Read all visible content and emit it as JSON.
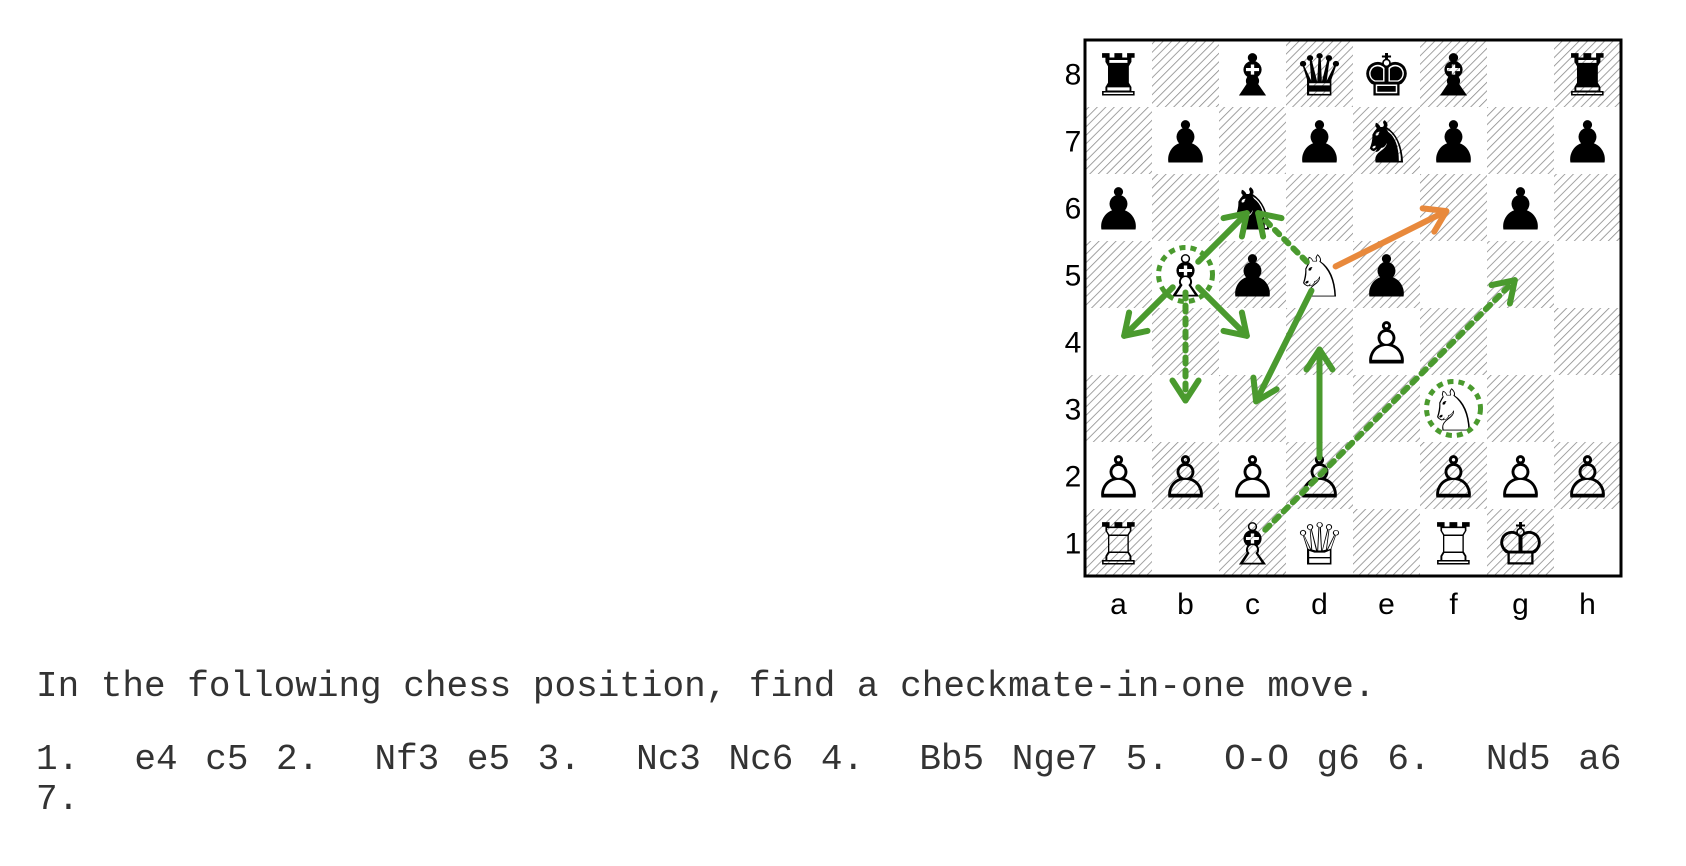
{
  "board": {
    "files": [
      "a",
      "b",
      "c",
      "d",
      "e",
      "f",
      "g",
      "h"
    ],
    "ranks": [
      "8",
      "7",
      "6",
      "5",
      "4",
      "3",
      "2",
      "1"
    ],
    "pieces": [
      {
        "square": "a8",
        "glyph": "♜",
        "name": "black-rook"
      },
      {
        "square": "c8",
        "glyph": "♝",
        "name": "black-bishop"
      },
      {
        "square": "d8",
        "glyph": "♛",
        "name": "black-queen"
      },
      {
        "square": "e8",
        "glyph": "♚",
        "name": "black-king"
      },
      {
        "square": "f8",
        "glyph": "♝",
        "name": "black-bishop"
      },
      {
        "square": "h8",
        "glyph": "♜",
        "name": "black-rook"
      },
      {
        "square": "b7",
        "glyph": "♟",
        "name": "black-pawn"
      },
      {
        "square": "d7",
        "glyph": "♟",
        "name": "black-pawn"
      },
      {
        "square": "e7",
        "glyph": "♞",
        "name": "black-knight"
      },
      {
        "square": "f7",
        "glyph": "♟",
        "name": "black-pawn"
      },
      {
        "square": "h7",
        "glyph": "♟",
        "name": "black-pawn"
      },
      {
        "square": "a6",
        "glyph": "♟",
        "name": "black-pawn"
      },
      {
        "square": "c6",
        "glyph": "♞",
        "name": "black-knight"
      },
      {
        "square": "g6",
        "glyph": "♟",
        "name": "black-pawn"
      },
      {
        "square": "b5",
        "glyph": "♗",
        "name": "white-bishop"
      },
      {
        "square": "c5",
        "glyph": "♟",
        "name": "black-pawn"
      },
      {
        "square": "d5",
        "glyph": "♘",
        "name": "white-knight"
      },
      {
        "square": "e5",
        "glyph": "♟",
        "name": "black-pawn"
      },
      {
        "square": "e4",
        "glyph": "♙",
        "name": "white-pawn"
      },
      {
        "square": "f3",
        "glyph": "♘",
        "name": "white-knight"
      },
      {
        "square": "a2",
        "glyph": "♙",
        "name": "white-pawn"
      },
      {
        "square": "b2",
        "glyph": "♙",
        "name": "white-pawn"
      },
      {
        "square": "c2",
        "glyph": "♙",
        "name": "white-pawn"
      },
      {
        "square": "d2",
        "glyph": "♙",
        "name": "white-pawn"
      },
      {
        "square": "f2",
        "glyph": "♙",
        "name": "white-pawn"
      },
      {
        "square": "g2",
        "glyph": "♙",
        "name": "white-pawn"
      },
      {
        "square": "h2",
        "glyph": "♙",
        "name": "white-pawn"
      },
      {
        "square": "a1",
        "glyph": "♖",
        "name": "white-rook"
      },
      {
        "square": "c1",
        "glyph": "♗",
        "name": "white-bishop"
      },
      {
        "square": "d1",
        "glyph": "♕",
        "name": "white-queen"
      },
      {
        "square": "f1",
        "glyph": "♖",
        "name": "white-rook"
      },
      {
        "square": "g1",
        "glyph": "♔",
        "name": "white-king"
      }
    ],
    "circles": [
      {
        "square": "b5",
        "color": "#4a9a2e",
        "style": "dotted"
      },
      {
        "square": "f3",
        "color": "#4a9a2e",
        "style": "dotted"
      }
    ],
    "arrows": [
      {
        "from": "b5",
        "to": "c6",
        "color": "#4a9a2e",
        "style": "solid"
      },
      {
        "from": "b5",
        "to": "a4",
        "color": "#4a9a2e",
        "style": "solid"
      },
      {
        "from": "b5",
        "to": "c4",
        "color": "#4a9a2e",
        "style": "solid"
      },
      {
        "from": "b5",
        "to": "b3",
        "color": "#4a9a2e",
        "style": "dotted"
      },
      {
        "from": "d5",
        "to": "c3",
        "color": "#4a9a2e",
        "style": "solid"
      },
      {
        "from": "d5",
        "to": "c6",
        "color": "#4a9a2e",
        "style": "dotted"
      },
      {
        "from": "d2",
        "to": "d4",
        "color": "#4a9a2e",
        "style": "solid"
      },
      {
        "from": "c1",
        "to": "g5",
        "color": "#4a9a2e",
        "style": "dotted"
      },
      {
        "from": "d5",
        "to": "f6",
        "color": "#e8893c",
        "style": "solid"
      }
    ]
  },
  "prompt": "In the following chess position, find a checkmate-in-one move.",
  "moves": "1.  e4 c5 2.  Nf3 e5 3.  Nc3 Nc6 4.  Bb5 Nge7 5.  O-O g6 6.  Nd5 a6 7."
}
